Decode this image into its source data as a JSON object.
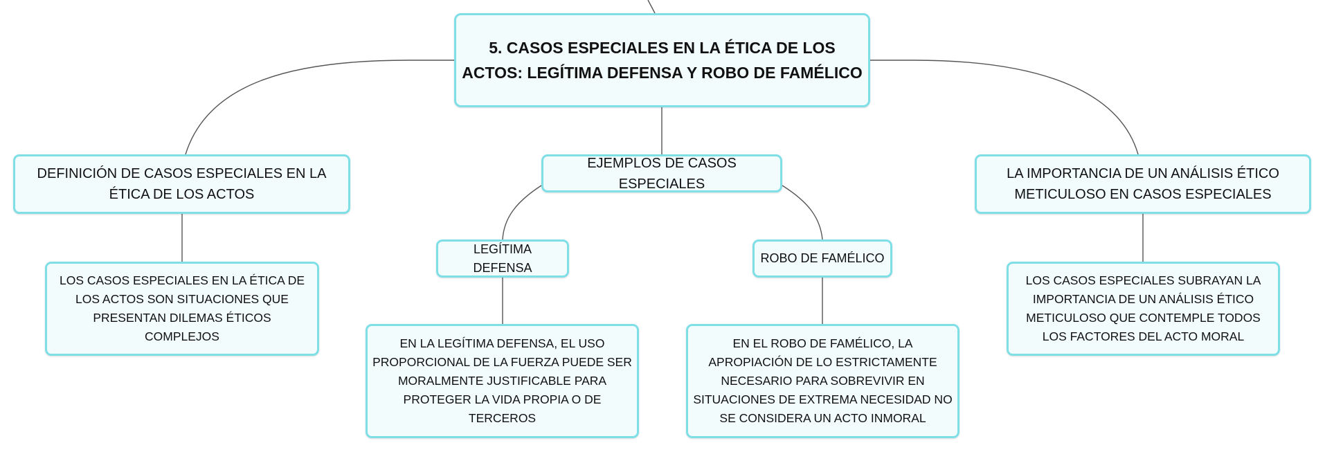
{
  "colors": {
    "node_border": "#7fdfe6",
    "node_fill": "#f2fcfd",
    "connector": "#555555",
    "text": "#111111"
  },
  "root": {
    "label": "5. CASOS ESPECIALES EN LA ÉTICA DE LOS ACTOS: LEGÍTIMA DEFENSA Y ROBO DE FAMÉLICO"
  },
  "topics": {
    "definition": {
      "label": "DEFINICIÓN DE CASOS ESPECIALES EN LA ÉTICA DE LOS ACTOS",
      "detail": "LOS CASOS ESPECIALES EN LA ÉTICA DE LOS ACTOS SON SITUACIONES QUE PRESENTAN DILEMAS ÉTICOS COMPLEJOS"
    },
    "examples": {
      "label": "EJEMPLOS DE CASOS ESPECIALES",
      "self_defense": {
        "label": "LEGÍTIMA DEFENSA",
        "detail": "EN LA LEGÍTIMA DEFENSA, EL USO PROPORCIONAL DE LA FUERZA PUEDE SER MORALMENTE JUSTIFICABLE PARA PROTEGER LA VIDA PROPIA O DE TERCEROS"
      },
      "famished_theft": {
        "label": "ROBO DE FAMÉLICO",
        "detail": "EN EL ROBO DE FAMÉLICO, LA APROPIACIÓN DE LO ESTRICTAMENTE NECESARIO PARA SOBREVIVIR EN SITUACIONES DE EXTREMA NECESIDAD NO SE CONSIDERA UN ACTO INMORAL"
      }
    },
    "importance": {
      "label": "LA IMPORTANCIA DE UN ANÁLISIS ÉTICO METICULOSO EN CASOS ESPECIALES",
      "detail": "LOS CASOS ESPECIALES SUBRAYAN LA IMPORTANCIA DE UN ANÁLISIS ÉTICO METICULOSO QUE CONTEMPLE TODOS LOS FACTORES DEL ACTO MORAL"
    }
  }
}
